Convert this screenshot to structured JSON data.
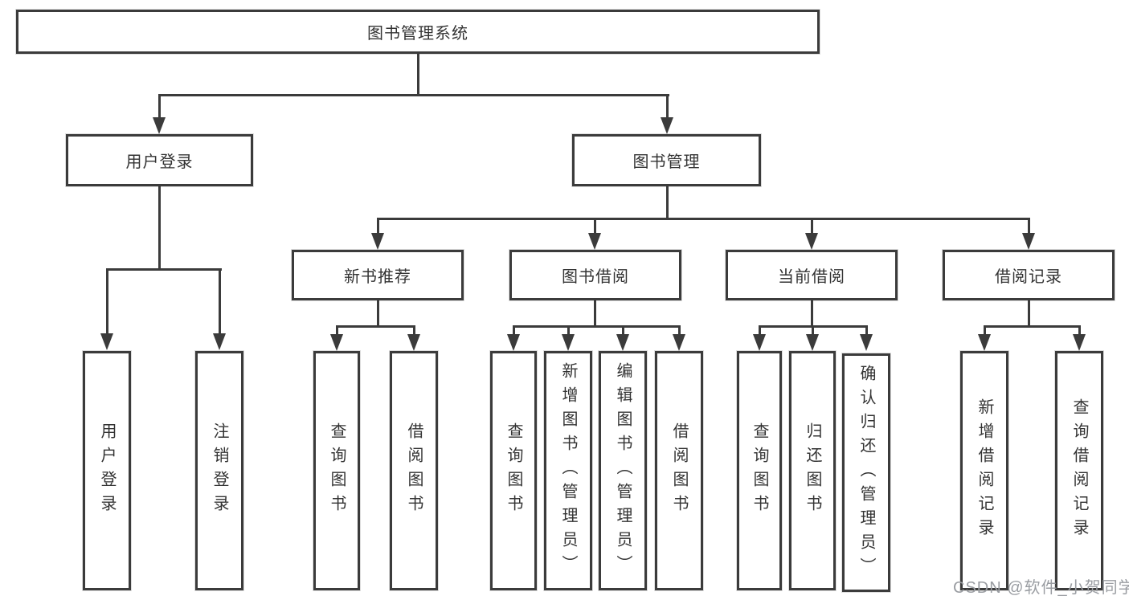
{
  "nodes": {
    "root": "图书管理系统",
    "user_login": "用户登录",
    "book_mgmt": "图书管理",
    "new_books": "新书推荐",
    "borrowing": "图书借阅",
    "current_loans": "当前借阅",
    "loan_records": "借阅记录",
    "user_login_leaf": "用户登录",
    "logout_leaf": "注销登录",
    "nb_query_books": "查询图书",
    "nb_borrow_books": "借阅图书",
    "bw_query_books": "查询图书",
    "bw_add_books": "新增图书（管理员）",
    "bw_edit_books": "编辑图书（管理员）",
    "bw_borrow_books": "借阅图书",
    "cl_query_books": "查询图书",
    "cl_return_books": "归还图书",
    "cl_confirm_return": "确认归还（管理员）",
    "lr_add_record": "新增借阅记录",
    "lr_query_record": "查询借阅记录"
  },
  "watermark": "CSDN @软件_小贺同学",
  "colors": {
    "line": "#3b3b3b",
    "text": "#333333",
    "watermark": "#9a9da2",
    "background": "#ffffff"
  }
}
